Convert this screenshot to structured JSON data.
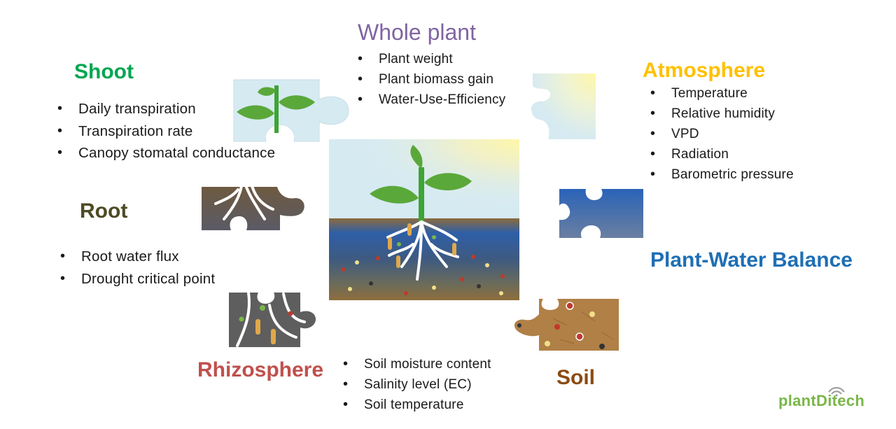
{
  "sections": {
    "whole_plant": {
      "title": "Whole plant",
      "color": "#8064a2",
      "items": [
        "Plant weight",
        "Plant biomass gain",
        "Water-Use-Efficiency"
      ]
    },
    "shoot": {
      "title": "Shoot",
      "color": "#00a651",
      "items": [
        "Daily transpiration",
        "Transpiration rate",
        "Canopy stomatal conductance"
      ]
    },
    "atmosphere": {
      "title": "Atmosphere",
      "color": "#ffc000",
      "items": [
        "Temperature",
        "Relative humidity",
        "VPD",
        "Radiation",
        "Barometric pressure"
      ]
    },
    "root": {
      "title": "Root",
      "color": "#4d4a26",
      "items": [
        "Root water flux",
        "Drought critical point"
      ]
    },
    "plant_water_balance": {
      "title": "Plant-Water Balance",
      "color": "#1f6fb4"
    },
    "rhizosphere": {
      "title": "Rhizosphere",
      "color": "#c0504d",
      "items": [
        "Soil moisture content",
        "Salinity level (EC)",
        "Soil temperature"
      ]
    },
    "soil": {
      "title": "Soil",
      "color": "#8a4b12"
    }
  },
  "logo": {
    "text": "plantDitech",
    "color": "#7ab648"
  }
}
